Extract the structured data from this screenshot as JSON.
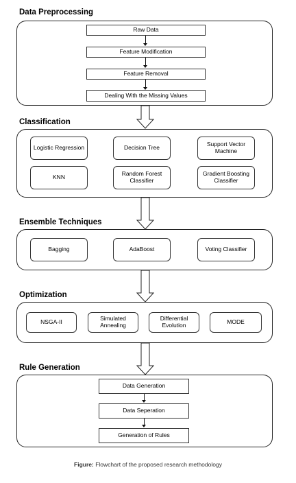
{
  "sections": {
    "preprocessing": {
      "title": "Data Preprocessing",
      "steps": [
        "Raw Data",
        "Feature Modification",
        "Feature Removal",
        "Dealing With the Missing Values"
      ]
    },
    "classification": {
      "title": "Classification",
      "models": [
        "Logistic Regression",
        "Decision Tree",
        "Support Vector Machine",
        "KNN",
        "Random Forest Classifier",
        "Gradient Boosting Classifier"
      ]
    },
    "ensemble": {
      "title": "Ensemble Techniques",
      "methods": [
        "Bagging",
        "AdaBoost",
        "Voting Classifier"
      ]
    },
    "optimization": {
      "title": "Optimization",
      "methods": [
        "NSGA-II",
        "Simulated Annealing",
        "Differential Evolution",
        "MODE"
      ]
    },
    "rules": {
      "title": "Rule Generation",
      "steps": [
        "Data Generation",
        "Data Seperation",
        "Generation of Rules"
      ]
    }
  },
  "caption": {
    "label": "Figure:",
    "text": "Flowchart of the proposed research methodology"
  }
}
